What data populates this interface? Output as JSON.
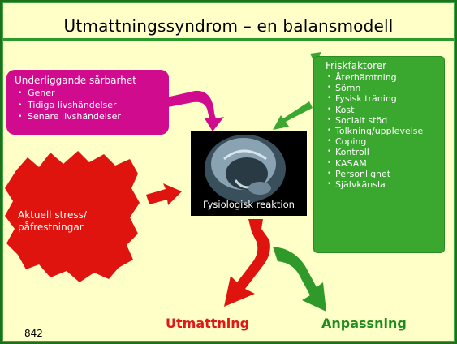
{
  "title": "Utmattningssyndrom – en balansmodell",
  "vulnerability": {
    "heading": "Underliggande sårbarhet",
    "items": [
      "Gener",
      "Tidiga livshändelser",
      "Senare livshändelser"
    ]
  },
  "protective": {
    "heading": "Friskfaktorer",
    "items": [
      "Återhämtning",
      "Sömn",
      "Fysisk träning",
      "Kost",
      "Socialt stöd",
      "Tolkning/upplevelse",
      "Coping",
      "Kontroll",
      "KASAM",
      "Personlighet",
      "Självkänsla"
    ]
  },
  "center": {
    "caption": "Fysiologisk reaktion"
  },
  "stress": {
    "label": "Aktuell stress/ påfrestningar"
  },
  "outcomes": {
    "negative": "Utmattning",
    "positive": "Anpassning"
  },
  "slide_number": "842",
  "colors": {
    "background": "#ffffc8",
    "accent_green": "#3aa72e",
    "pink": "#d10b8e",
    "red": "#e01818"
  }
}
